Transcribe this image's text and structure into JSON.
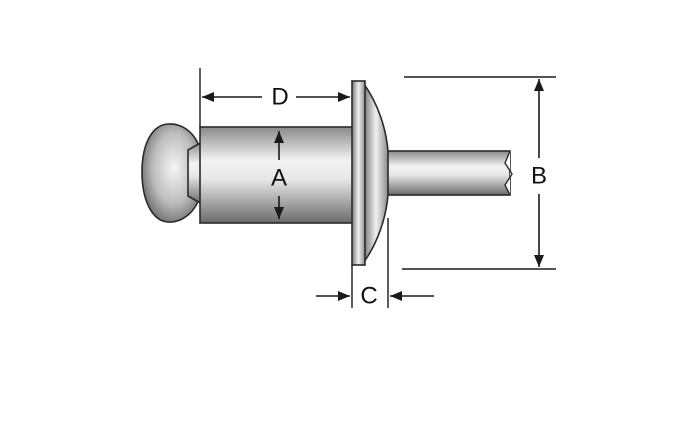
{
  "labels": {
    "a": "A",
    "b": "B",
    "c": "C",
    "d": "D"
  },
  "colors": {
    "metal_dark": "#6f6f6f",
    "metal_light": "#f2f2f2",
    "outline": "#2a2a2a",
    "dimension": "#1a1a1a"
  }
}
